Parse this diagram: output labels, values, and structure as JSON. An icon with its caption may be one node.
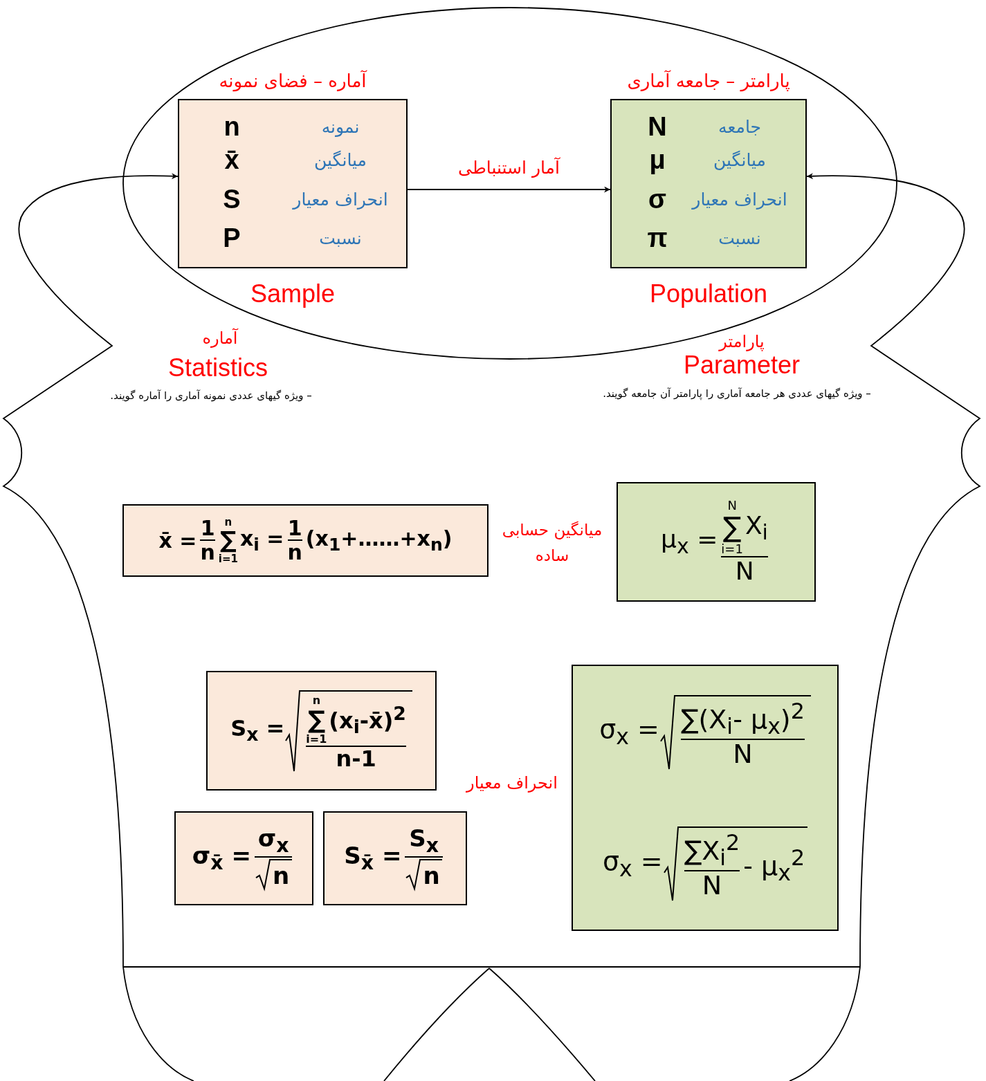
{
  "diagram": {
    "nodes": [
      {
        "text": [],
        "shape": "ellipse"
      },
      {
        "text": [
          "آماره – فضای نمونه",
          "n",
          "نمونه",
          "x̄",
          "میانگین",
          "S",
          "انحراف معیار",
          "P",
          "نسبت"
        ],
        "beside": [
          "Sample"
        ],
        "in": 0
      },
      {
        "text": [
          "پارامتر – جامعه آماری",
          "N",
          "جامعه",
          "μ",
          "میانگین",
          "σ",
          "انحراف معیار",
          "π",
          "نسبت"
        ],
        "beside": [
          "Population"
        ],
        "in": 0
      },
      {
        "text": [
          "x̄ =",
          "1",
          "n",
          "n",
          "∑",
          "i=1",
          "x$_{i}$ =",
          "1",
          "n",
          "(x$_{1}$+……+x$_{n}$)"
        ]
      },
      {
        "text": [
          "μ$_{x}$ =",
          "N",
          "∑",
          "i=1",
          "X$_{i}$",
          "N"
        ]
      },
      {
        "text": [
          "S$_{x}$ =",
          "n",
          "∑",
          "i=1",
          "(x$_{i}$-x̄)$^{2}$",
          "n-1"
        ]
      },
      {
        "text": [
          "σ$_{x̄}$ =",
          "σ$_{x}$",
          "n"
        ]
      },
      {
        "text": [
          "S$_{x̄}$ =",
          "S$_{x}$",
          "n"
        ]
      },
      {
        "text": [
          "σ$_{x}$ =",
          "∑(X$_{i}$- μ$_{x}$)$^{2}$",
          "N",
          "σ$_{x}$ =",
          "∑X$_{i}$$^{2}$",
          "N",
          "- μ$_{x}$$^{2}$"
        ]
      }
    ],
    "edges": [
      {
        "from": 1,
        "to": 2,
        "arrow": "to",
        "label": "آمار استنباطی"
      },
      {
        "from": null,
        "to": 1,
        "arrow": "to"
      },
      {
        "from": null,
        "to": 2,
        "arrow": "to"
      }
    ],
    "labels": [
      "آماره",
      "Statistics",
      "– ویژه گیهای عددی نمونه آماری را آماره گویند.",
      "پارامتر",
      "Parameter",
      "– ویژه گیهای عددی هر جامعه آماری را پارامتر آن جامعه گویند.",
      "میانگین حسابی ساده",
      "انحراف معیار"
    ]
  }
}
